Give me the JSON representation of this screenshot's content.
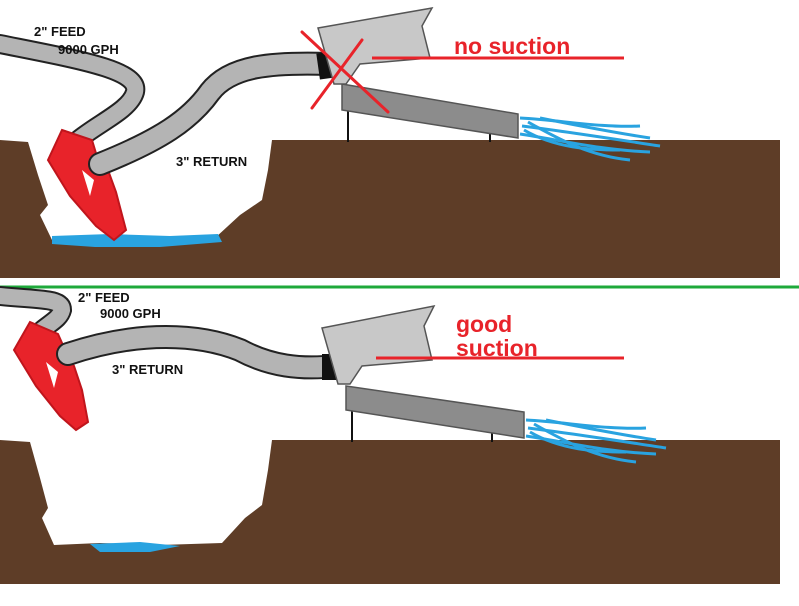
{
  "top_panel": {
    "feed_label_line1": "2\" FEED",
    "feed_label_line2": "9000 GPH",
    "return_label": "3\" RETURN",
    "note": "no suction"
  },
  "bottom_panel": {
    "feed_label_line1": "2\" FEED",
    "feed_label_line2": "9000 GPH",
    "return_label": "3\" RETURN",
    "note_line1": "good",
    "note_line2": "suction"
  },
  "colors": {
    "dirt": "#5e3d27",
    "water": "#29a3e0",
    "hose": "#b4b4b4",
    "hopper": "#c8c8c8",
    "sluice": "#8c8c8c",
    "nozzle": "#e8232a",
    "annotation": "#e8232a",
    "divider": "#1ea93a"
  }
}
